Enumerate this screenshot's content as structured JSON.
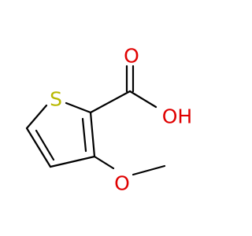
{
  "colors": {
    "bond": "#000000",
    "sulfur": "#b8b800",
    "oxygen": "#e00000"
  },
  "atoms": {
    "sulfur": "S",
    "carbonyl_oxygen": "O",
    "hydroxyl": "OH",
    "methoxy_oxygen": "O"
  }
}
